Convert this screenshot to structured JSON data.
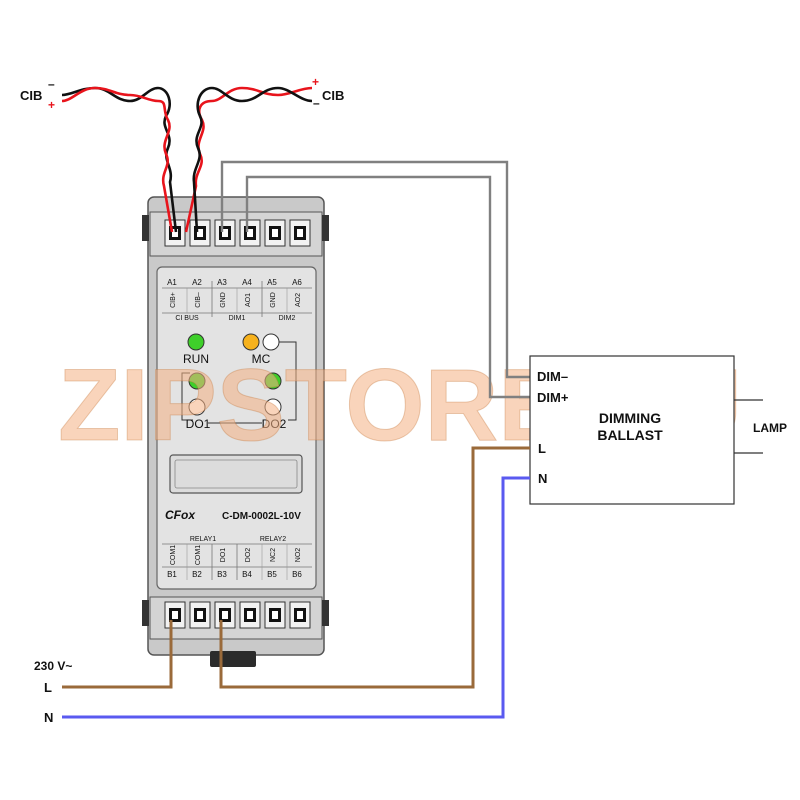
{
  "cib_left": {
    "label": "CIB",
    "top_sign": "–",
    "bottom_sign": "+"
  },
  "cib_right": {
    "label": "CIB",
    "top_sign": "+",
    "bottom_sign": "–"
  },
  "top_terminals": [
    {
      "id": "A1",
      "name": "CIB+"
    },
    {
      "id": "A2",
      "name": "CIB–"
    },
    {
      "id": "A3",
      "name": "GND"
    },
    {
      "id": "A4",
      "name": "AO1"
    },
    {
      "id": "A5",
      "name": "GND"
    },
    {
      "id": "A6",
      "name": "AO2"
    }
  ],
  "top_groups": {
    "bus": "CI BUS",
    "dim1": "DIM1",
    "dim2": "DIM2"
  },
  "leds": {
    "run": "RUN",
    "mc": "MC",
    "do1": "DO1",
    "do2": "DO2"
  },
  "brand": "CFox",
  "model": "C-DM-0002L-10V",
  "bottom_groups": {
    "relay1": "RELAY1",
    "relay2": "RELAY2"
  },
  "bottom_terminals": [
    {
      "id": "B1",
      "name": "COM1"
    },
    {
      "id": "B2",
      "name": "COM1"
    },
    {
      "id": "B3",
      "name": "DO1"
    },
    {
      "id": "B4",
      "name": "DO2"
    },
    {
      "id": "B5",
      "name": "NC2"
    },
    {
      "id": "B6",
      "name": "NO2"
    }
  ],
  "ballast": {
    "title_line1": "DIMMING",
    "title_line2": "BALLAST",
    "dim_minus": "DIM–",
    "dim_plus": "DIM+",
    "l": "L",
    "n": "N"
  },
  "lamp": "LAMP",
  "supply": {
    "voltage": "230 V~",
    "l": "L",
    "n": "N"
  },
  "watermark": "ZIPSTORE.RU",
  "colors": {
    "wire_red": "#e8141c",
    "wire_black": "#111111",
    "wire_grey": "#808080",
    "wire_brown": "#9a6a3a",
    "wire_blue": "#5a5af0",
    "led_green": "#3ecf2a",
    "led_amber": "#f7b21d",
    "watermark": "#f4b183"
  }
}
